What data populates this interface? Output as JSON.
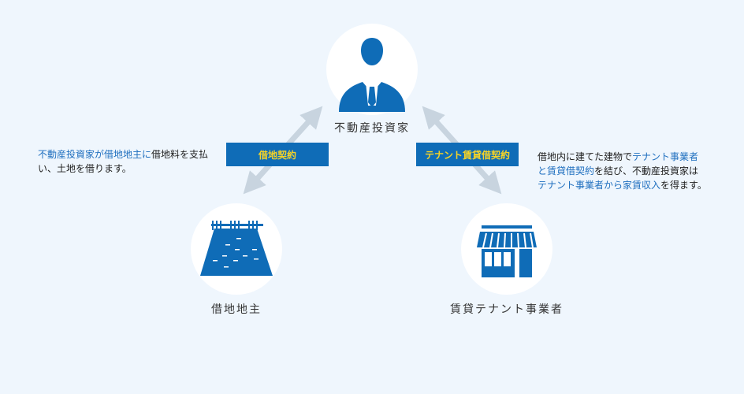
{
  "nodes": {
    "investor": "不動産投資家",
    "landowner": "借地地主",
    "tenant": "賃貸テナント事業者"
  },
  "contracts": {
    "left": "借地契約",
    "right": "テナント賃貸借契約"
  },
  "left_desc": [
    {
      "t": "不動産投資家が借地地主に",
      "hl": true
    },
    {
      "t": "借地料を支払い、土地を借ります。",
      "hl": false
    }
  ],
  "right_desc": [
    {
      "t": "借地内に建てた建物で",
      "hl": false
    },
    {
      "t": "テナント事業者と賃貸借契約",
      "hl": true
    },
    {
      "t": "を結び、不動産投資家は",
      "hl": false
    },
    {
      "t": "テナント事業者から家賃収入",
      "hl": true
    },
    {
      "t": "を得ます。",
      "hl": false
    }
  ],
  "colors": {
    "accent": "#0f6cb7",
    "badge_text": "#f5d327",
    "arrow": "#c8d4df"
  }
}
